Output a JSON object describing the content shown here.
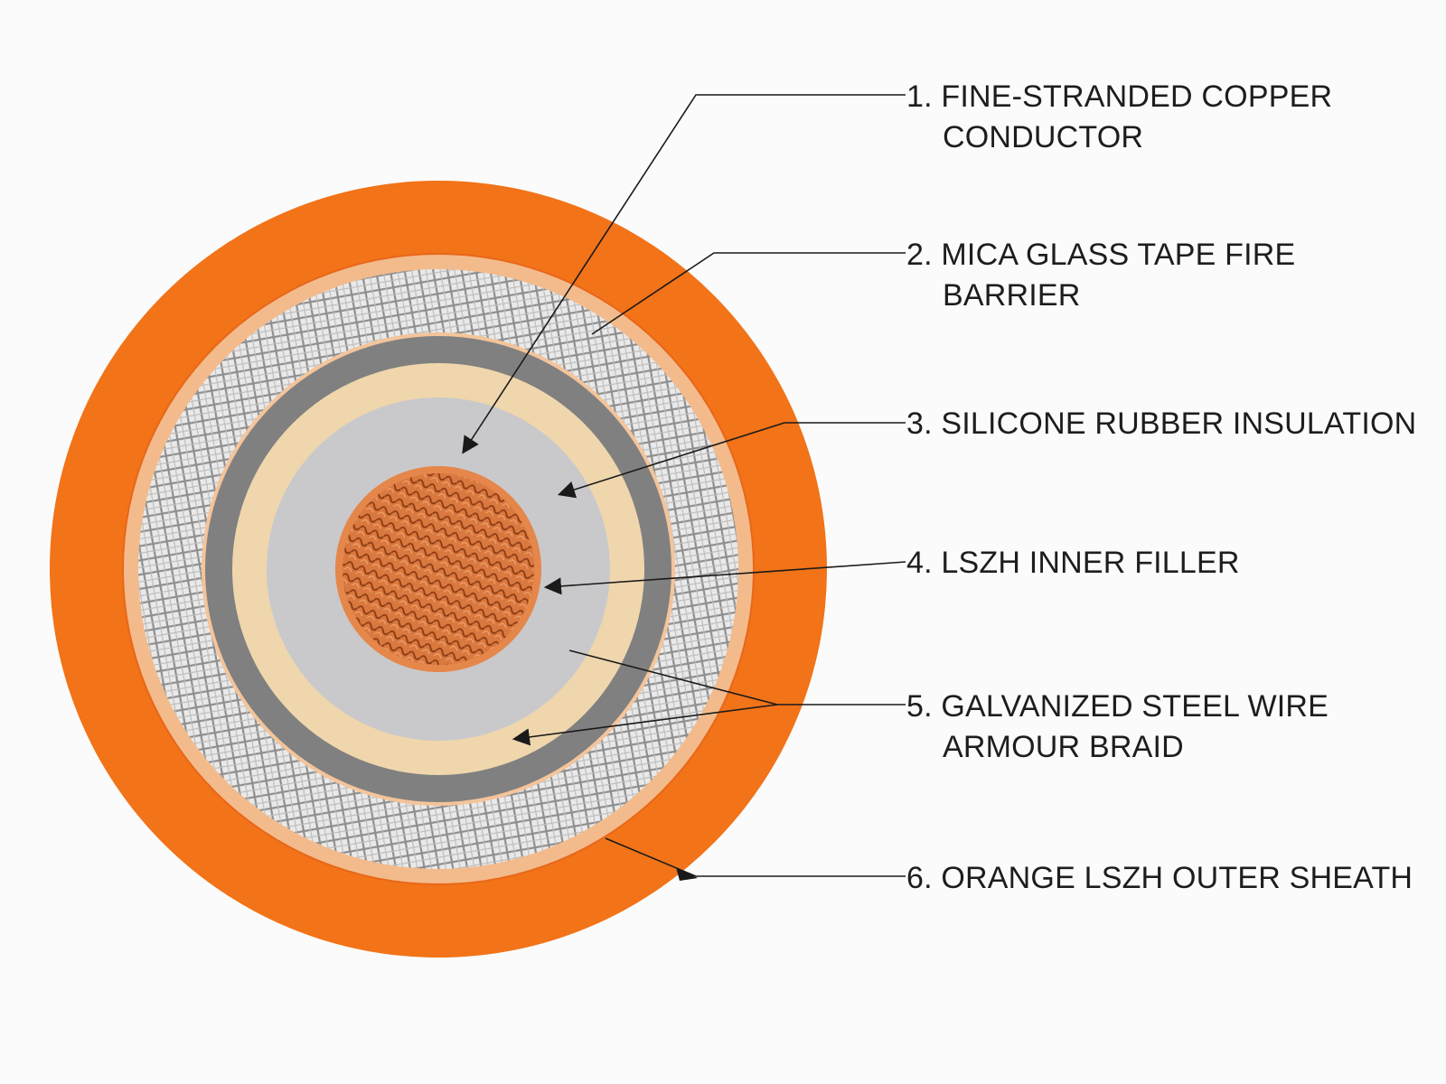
{
  "diagram": {
    "layers": [
      {
        "id": "outer-sheath",
        "color": "#f27318"
      },
      {
        "id": "outer-sheath-edge",
        "color": "#e8671a"
      },
      {
        "id": "armour-bedding",
        "color": "#f3bb8c"
      },
      {
        "id": "steel-braid",
        "color": "#d9d9d9"
      },
      {
        "id": "inner-filler-band",
        "color": "#f4c49a"
      },
      {
        "id": "fire-barrier",
        "color": "#808080"
      },
      {
        "id": "insulation-band",
        "color": "#efd6ac"
      },
      {
        "id": "insulation",
        "color": "#c9c9cb"
      },
      {
        "id": "conductor",
        "color": "#d9783f"
      }
    ],
    "labels": [
      {
        "number": "1.",
        "lines": [
          "FINE-STRANDED COPPER",
          "CONDUCTOR"
        ]
      },
      {
        "number": "2.",
        "lines": [
          "MICA GLASS TAPE FIRE",
          "BARRIER"
        ]
      },
      {
        "number": "3.",
        "lines": [
          "SILICONE RUBBER INSULATION"
        ]
      },
      {
        "number": "4.",
        "lines": [
          "LSZH INNER FILLER"
        ]
      },
      {
        "number": "5.",
        "lines": [
          "GALVANIZED STEEL WIRE",
          "ARMOUR BRAID"
        ]
      },
      {
        "number": "6.",
        "lines": [
          "ORANGE LSZH OUTER SHEATH"
        ]
      }
    ]
  }
}
